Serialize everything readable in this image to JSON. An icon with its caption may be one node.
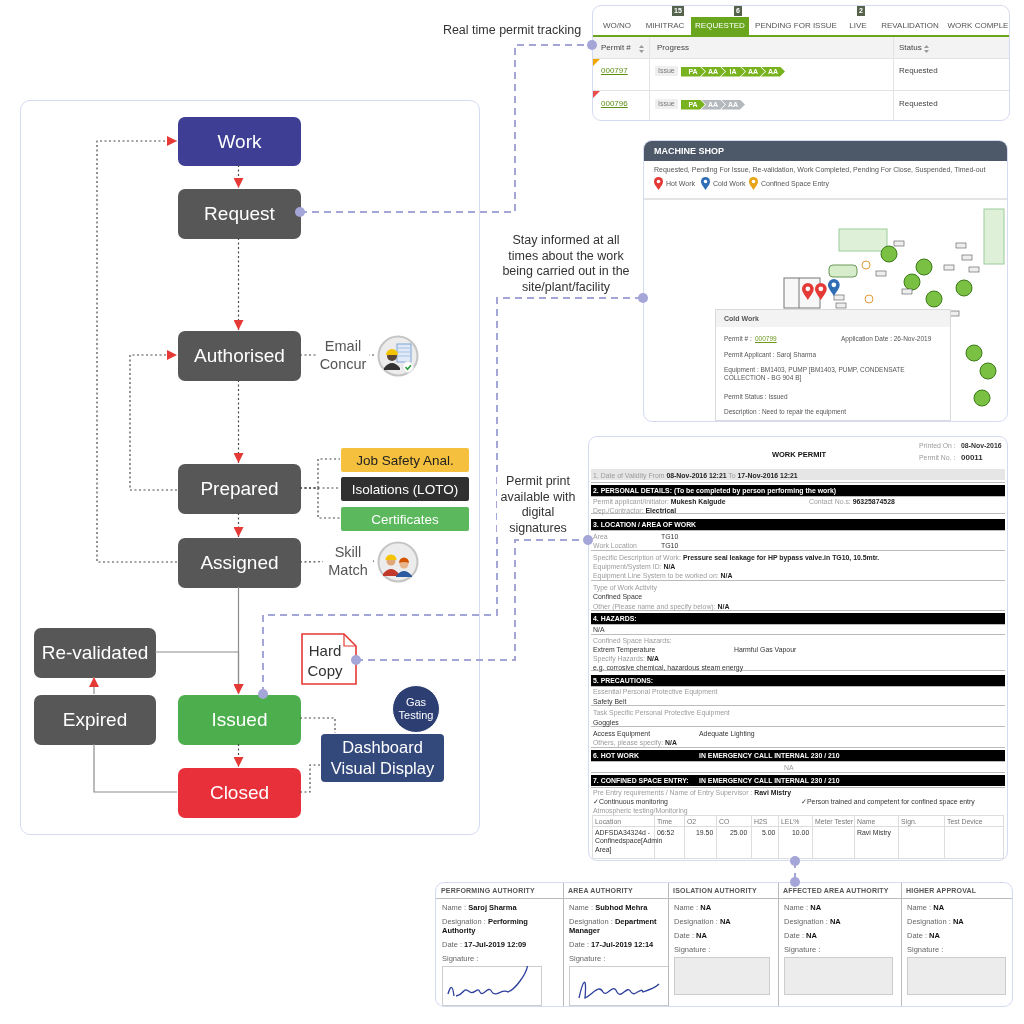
{
  "diagram": {
    "nodes": [
      {
        "text": [],
        "shape": "box"
      },
      {
        "text": [
          "Work"
        ],
        "in": 0
      },
      {
        "text": [
          "Request"
        ],
        "in": 0
      },
      {
        "text": [
          "Authorised"
        ],
        "in": 0
      },
      {
        "text": [],
        "shape": "picture",
        "in": 0
      },
      {
        "text": [
          "Job Safety Anal."
        ],
        "in": 0
      },
      {
        "text": [
          "Isolations (LOTO)"
        ],
        "in": 0
      },
      {
        "text": [
          "Certificates"
        ],
        "in": 0
      },
      {
        "text": [
          "Prepared"
        ],
        "in": 0
      },
      {
        "text": [
          "Assigned"
        ],
        "in": 0
      },
      {
        "text": [],
        "shape": "picture",
        "in": 0
      },
      {
        "text": [
          "Re-validated"
        ],
        "in": 0
      },
      {
        "text": [
          "Hard Copy"
        ],
        "in": 0
      },
      {
        "text": [
          "Gas Testing"
        ],
        "in": 0
      },
      {
        "text": [
          "Expired"
        ],
        "in": 0
      },
      {
        "text": [
          "Issued"
        ],
        "in": 0
      },
      {
        "text": [
          "Dashboard Visual Display"
        ],
        "in": 0
      },
      {
        "text": [
          "Closed"
        ],
        "in": 0
      },
      {
        "text": [
          "WO/NO",
          "MIHITRAC",
          "15",
          "REQUESTED",
          "6",
          "PENDING FOR ISSUE",
          "LIVE",
          "2",
          "REVALIDATION",
          "WORK COMPLE",
          "Permit #",
          "Progress",
          "Status",
          "000797",
          "Issue",
          "PA",
          "AA",
          "IA",
          "AA",
          "AA",
          "Requested",
          "000796",
          "Issue",
          "PA",
          "AA",
          "AA",
          "Requested"
        ]
      },
      {
        "text": [
          "MACHINE SHOP",
          "Requested, Pending For Issue, Re-validation, Work Completed, Pending For Close, Suspended, Timed-out",
          "Hot Work",
          "Cold Work",
          "Confined Space Entry"
        ]
      },
      {
        "text": [
          "Cold Work",
          "Permit # :",
          "000799",
          "Application Date : 26-Nov-2019",
          "Permit Applicant : Saroj Sharma",
          "Equipment : BM1403, PUMP [BM1403, PUMP, CONDENSATE COLLECTION - BG 904 B]",
          "Permit Status : Issued",
          "Description : Need to repair the equipment"
        ],
        "in": 19
      },
      {
        "text": [
          "WORK PERMIT",
          "Printed On :",
          "08-Nov-2016",
          "Permit No. :",
          "00011",
          "1. Date of Validity From **08-Nov-2016 12:21** To **17-Nov-2016 12:21**",
          "2. PERSONAL DETAILS: (To be completed by person performing the work)",
          "Permit applicant/Initiator: **Mukesh Kalgude**",
          "Contact No.s: **96325874528**",
          "Dep./Contractor: **Electrical**",
          "3. LOCATION / AREA OF WORK",
          "Area",
          "TG10",
          "Work Location",
          "TG10",
          "Specific Description of Work: **Pressure seal leakage for HP bypass valve.in TG10, 10.5mtr.**",
          "Equipment/System ID: **N/A**",
          "Equipment Line System to be worked on: **N/A**",
          "Type of Work Activity",
          "Confined Space",
          "Other (Please name and specify below): **N/A**",
          "4. HAZARDS:",
          "N/A",
          "Confined Space Hazards:",
          "Extrem Temperature",
          "Harmful Gas Vapour",
          "Specify Hazards: **N/A**",
          "e.g. corrosive chemical, hazardous steam energy",
          "5. PRECAUTIONS:",
          "Essential Personal Protective Equipment",
          "Safety Belt",
          "Task Specific Personal Protective Equipment",
          "Goggles",
          "Access Equipment",
          "Adequate Lighting",
          "Others, please specify: **N/A**",
          "6. HOT WORK",
          "IN EMERGENCY CALL INTERNAL 230 / 210",
          "NA",
          "7. CONFINED SPACE ENTRY:",
          "IN EMERGENCY CALL INTERNAL 230 / 210",
          "Pre Entry requirements / Name of Entry Supervisor : **Ravi Mistry**",
          "✓Continuous monitoring",
          "✓Person trained and competent for confined space entry",
          "Atmospheric testing/Monitoring",
          "Location",
          "Time",
          "O2",
          "CO",
          "H2S",
          "LEL%",
          "Meter Tester",
          "Name",
          "Sign.",
          "Test Device",
          "ADFSDA34324d - Confinedspace[Admin Area]",
          "06:52",
          "19.50",
          "25.00",
          "5.00",
          "10.00",
          "Ravi Mistry"
        ]
      },
      {
        "text": [
          "PERFORMING AUTHORITY",
          "Name : **Saroj Sharma**",
          "Designation : **Performing Authority**",
          "Date : **17-Jul-2019 12:09**",
          "Signature :",
          "AREA AUTHORITY",
          "Name : **Subhod Mehra**",
          "Designation : **Department Manager**",
          "Date : **17-Jul-2019 12:14**",
          "Signature :",
          "ISOLATION AUTHORITY",
          "Name : **NA**",
          "Designation : **NA**",
          "Date : **NA**",
          "Signature :",
          "AFFECTED AREA AUTHORITY",
          "Name : **NA**",
          "Designation : **NA**",
          "Date : **NA**",
          "Signature :",
          "HIGHER APPROVAL",
          "Name : **NA**",
          "Designation : **NA**",
          "Date : **NA**",
          "Signature :"
        ]
      }
    ],
    "edges": [
      {
        "from": 1,
        "to": 2,
        "arrow": "to",
        "style": "dashed"
      },
      {
        "from": 2,
        "to": 3,
        "arrow": "to",
        "style": "dashed"
      },
      {
        "from": 3,
        "to": 8,
        "arrow": "to",
        "style": "dashed"
      },
      {
        "from": 8,
        "to": 9,
        "arrow": "to",
        "style": "dashed"
      },
      {
        "from": 9,
        "to": 15,
        "arrow": "to"
      },
      {
        "from": 15,
        "to": 17,
        "arrow": "to",
        "style": "dashed"
      },
      {
        "from": 11,
        "to": 15,
        "arrow": "to"
      },
      {
        "from": 14,
        "to": 11,
        "arrow": "to"
      },
      {
        "from": 17,
        "to": 14,
        "arrow": "none"
      },
      {
        "from": 8,
        "to": 3,
        "arrow": "to",
        "style": "dashed"
      },
      {
        "from": 9,
        "to": 1,
        "arrow": "to",
        "style": "dashed"
      },
      {
        "from": 8,
        "to": 5,
        "arrow": "none",
        "style": "dashed"
      },
      {
        "from": 8,
        "to": 6,
        "arrow": "none",
        "style": "dashed"
      },
      {
        "from": 8,
        "to": 7,
        "arrow": "none",
        "style": "dashed"
      },
      {
        "from": 3,
        "to": 4,
        "arrow": "none",
        "style": "dashed",
        "label": "Email Concur"
      },
      {
        "from": 9,
        "to": 10,
        "arrow": "none",
        "style": "dashed",
        "label": "Skill Match"
      },
      {
        "from": 15,
        "to": 16,
        "arrow": "none",
        "style": "dashed"
      },
      {
        "from": 17,
        "to": 16,
        "arrow": "none",
        "style": "dashed"
      },
      {
        "from": 2,
        "to": 18,
        "arrow": "other",
        "style": "dashed",
        "color": "#a3a6d6",
        "label": "Real time permit tracking"
      },
      {
        "from": 15,
        "to": 19,
        "arrow": "other",
        "style": "dashed",
        "color": "#a3a6d6",
        "label": "Stay informed at all times about the work being carried out in the site/plant/facility"
      },
      {
        "from": 12,
        "to": 21,
        "arrow": "other",
        "style": "dashed",
        "color": "#a3a6d6",
        "label": "Permit print available with digital signatures"
      },
      {
        "from": 21,
        "to": 22,
        "arrow": "other",
        "style": "dashed",
        "color": "#a3a6d6"
      }
    ]
  }
}
